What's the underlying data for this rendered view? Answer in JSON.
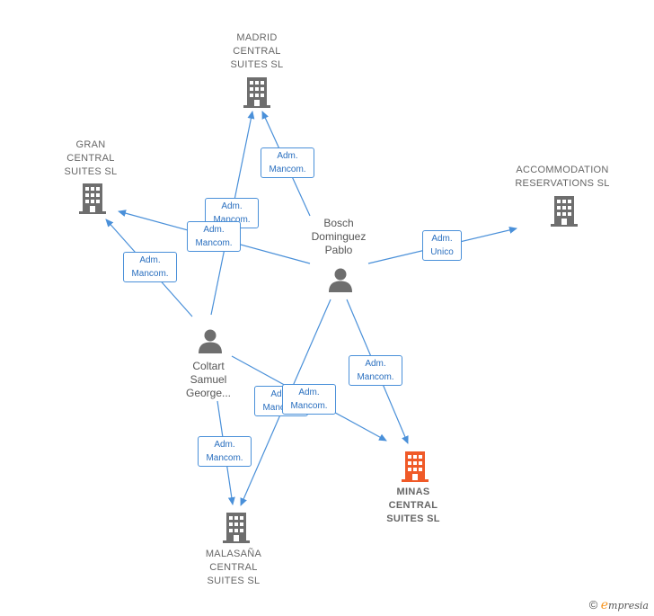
{
  "nodes": {
    "madrid": {
      "label": "MADRID\nCENTRAL\nSUITES  SL",
      "icon": "building-icon",
      "color": "#6e6e6e"
    },
    "gran": {
      "label": "GRAN\nCENTRAL\nSUITES  SL",
      "icon": "building-icon",
      "color": "#6e6e6e"
    },
    "accommodation": {
      "label": "ACCOMMODATION\nRESERVATIONS SL",
      "icon": "building-icon",
      "color": "#6e6e6e"
    },
    "bosch": {
      "label": "Bosch\nDominguez\nPablo",
      "icon": "person-icon",
      "color": "#6e6e6e"
    },
    "coltart": {
      "label": "Coltart\nSamuel\nGeorge...",
      "icon": "person-icon",
      "color": "#6e6e6e"
    },
    "minas": {
      "label": "MINAS\nCENTRAL\nSUITES  SL",
      "icon": "building-icon",
      "color": "#f05a28"
    },
    "malasana": {
      "label": "MALASAÑA\nCENTRAL\nSUITES  SL",
      "icon": "building-icon",
      "color": "#6e6e6e"
    }
  },
  "edges": [
    {
      "id": "e1",
      "label": "Adm.\nMancom."
    },
    {
      "id": "e2",
      "label": "Adm.\nMancom."
    },
    {
      "id": "e3",
      "label": "Adm.\nMancom."
    },
    {
      "id": "e4",
      "label": "Adm.\nMancom."
    },
    {
      "id": "e5",
      "label": "Adm.\nUnico"
    },
    {
      "id": "e6",
      "label": "Adm.\nMancom."
    },
    {
      "id": "e7",
      "label": "Adm.\nMancom."
    },
    {
      "id": "e8",
      "label": "Adm.\nMancom."
    },
    {
      "id": "e9",
      "label": "Adm.\nMancom."
    }
  ],
  "colors": {
    "edge": "#4a90d9"
  },
  "footer": {
    "copyright": "©",
    "brand_initial": "e",
    "brand_rest": "mpresia"
  }
}
